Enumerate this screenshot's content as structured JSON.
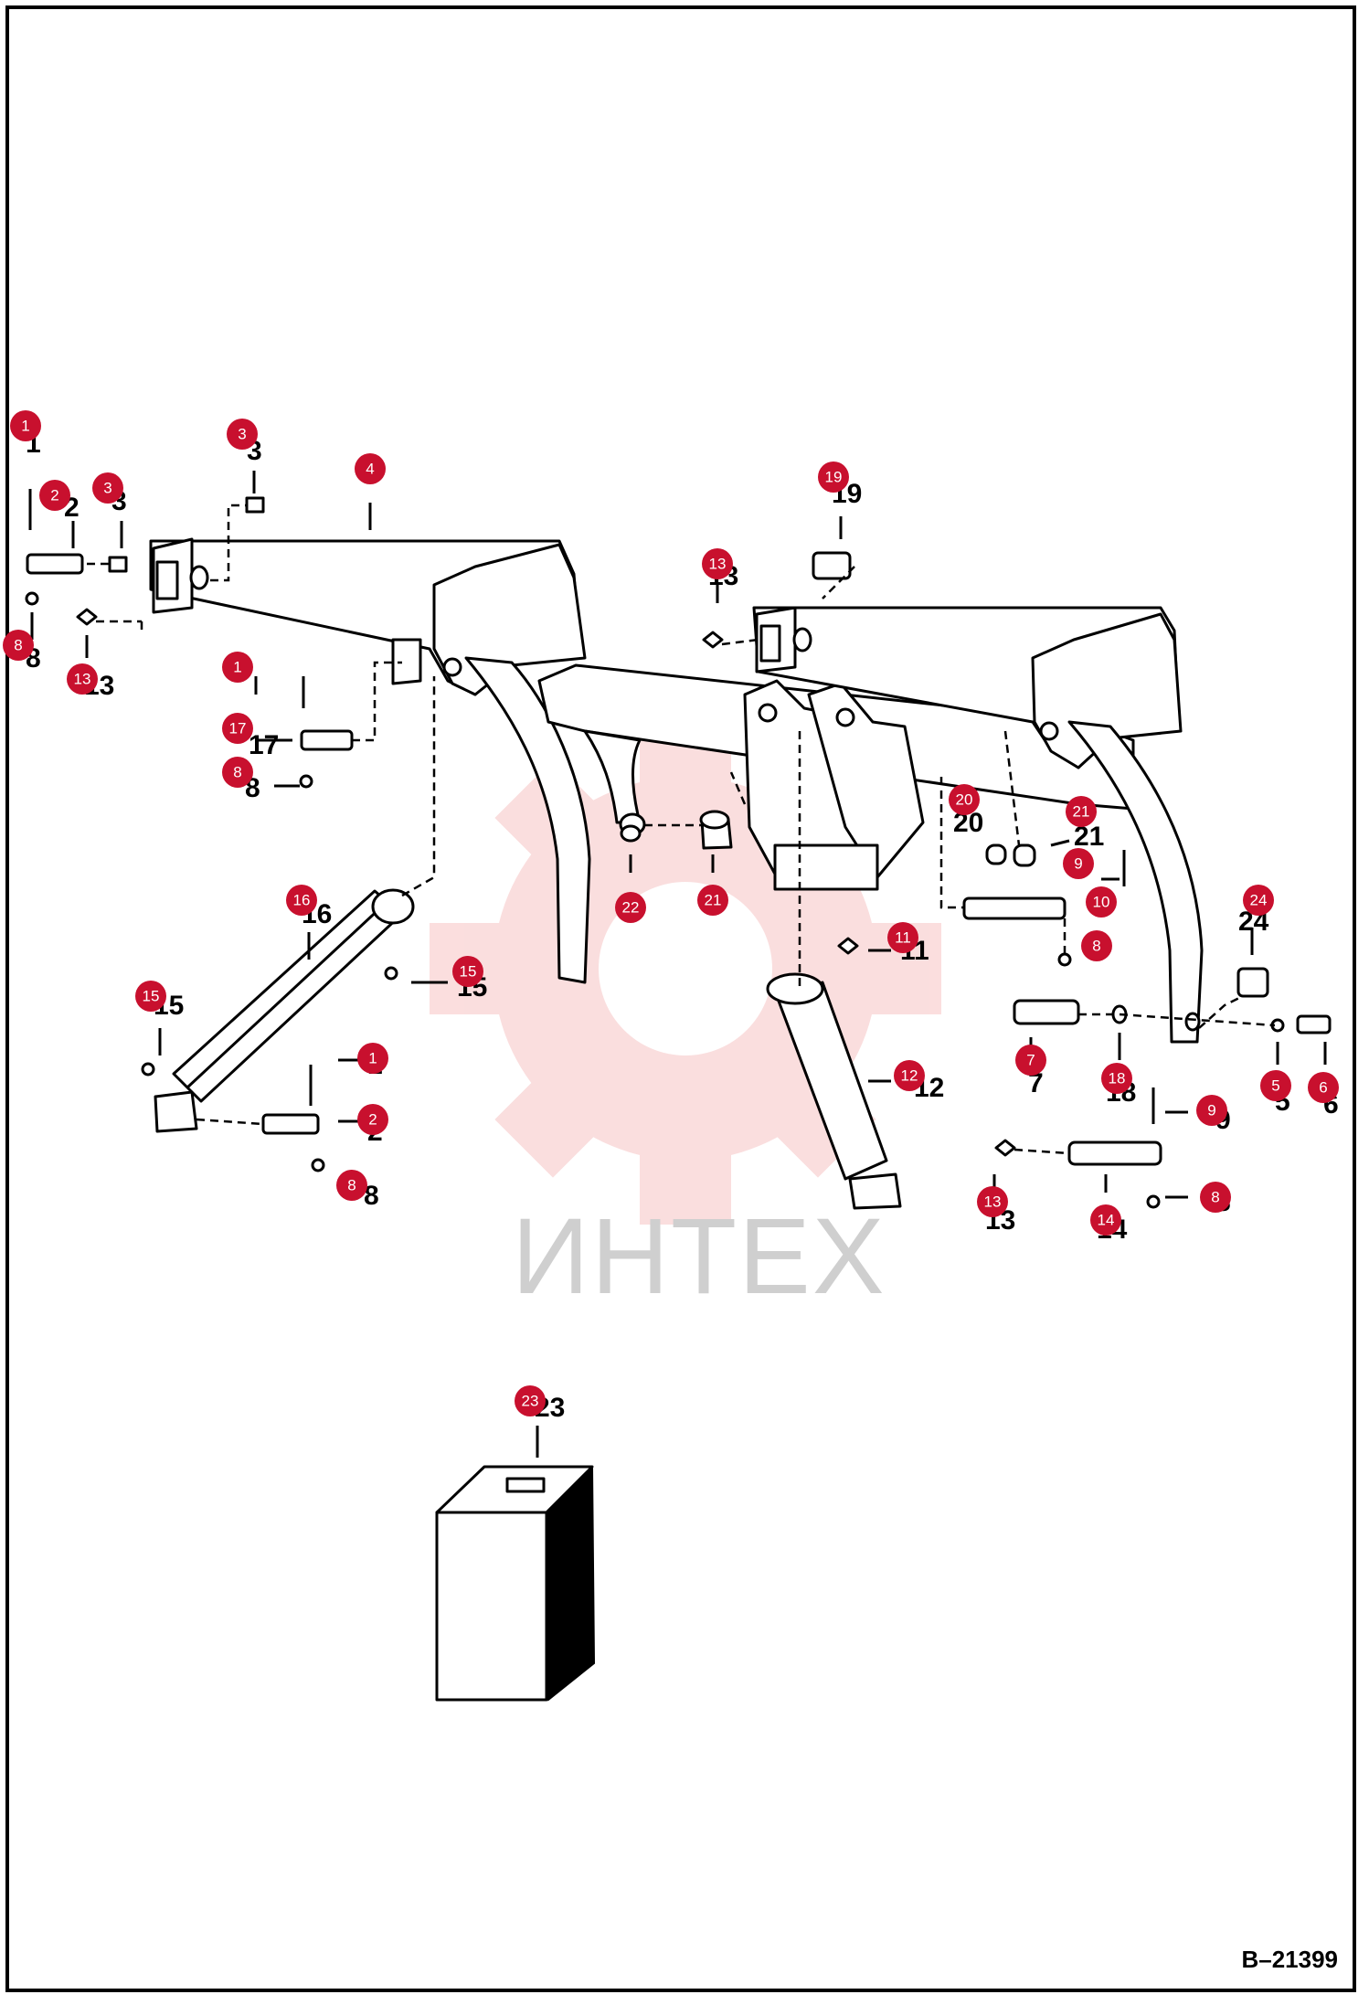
{
  "drawing_number": "B–21399",
  "watermark": "ИНТЕХ",
  "callouts": [
    {
      "label": "1"
    },
    {
      "label": "2"
    },
    {
      "label": "3"
    },
    {
      "label": "3"
    },
    {
      "label": "4"
    },
    {
      "label": "8"
    },
    {
      "label": "13"
    },
    {
      "label": "1"
    },
    {
      "label": "17"
    },
    {
      "label": "8"
    },
    {
      "label": "16"
    },
    {
      "label": "15"
    },
    {
      "label": "15"
    },
    {
      "label": "1"
    },
    {
      "label": "2"
    },
    {
      "label": "8"
    },
    {
      "label": "19"
    },
    {
      "label": "13"
    },
    {
      "label": "22"
    },
    {
      "label": "21"
    },
    {
      "label": "20"
    },
    {
      "label": "21"
    },
    {
      "label": "9"
    },
    {
      "label": "10"
    },
    {
      "label": "8"
    },
    {
      "label": "24"
    },
    {
      "label": "11"
    },
    {
      "label": "12"
    },
    {
      "label": "7"
    },
    {
      "label": "18"
    },
    {
      "label": "5"
    },
    {
      "label": "6"
    },
    {
      "label": "9"
    },
    {
      "label": "13"
    },
    {
      "label": "14"
    },
    {
      "label": "8"
    },
    {
      "label": "23"
    }
  ]
}
